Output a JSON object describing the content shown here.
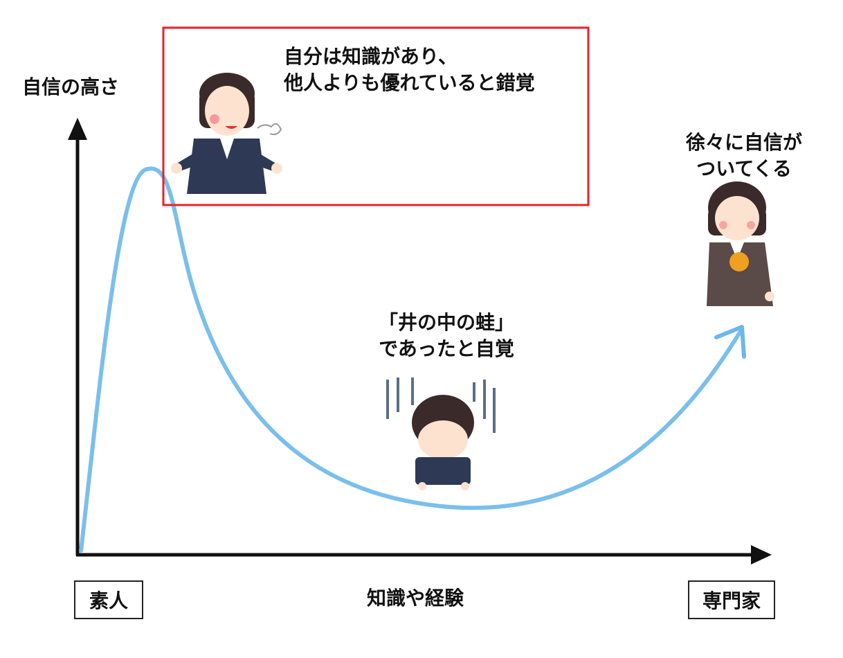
{
  "y_axis_label": "自信の高さ",
  "x_axis_label": "知識や経験",
  "x_start_label": "素人",
  "x_end_label": "専門家",
  "peak_caption": [
    "自分は知識があり、",
    "他人よりも優れていると錯覚"
  ],
  "valley_caption": [
    "「井の中の蛙」",
    "であったと自覚"
  ],
  "rise_caption": [
    "徐々に自信が",
    "ついてくる"
  ],
  "colors": {
    "curve": "#6cb8ea",
    "highlight": "#e8202a",
    "axis": "#111111"
  }
}
